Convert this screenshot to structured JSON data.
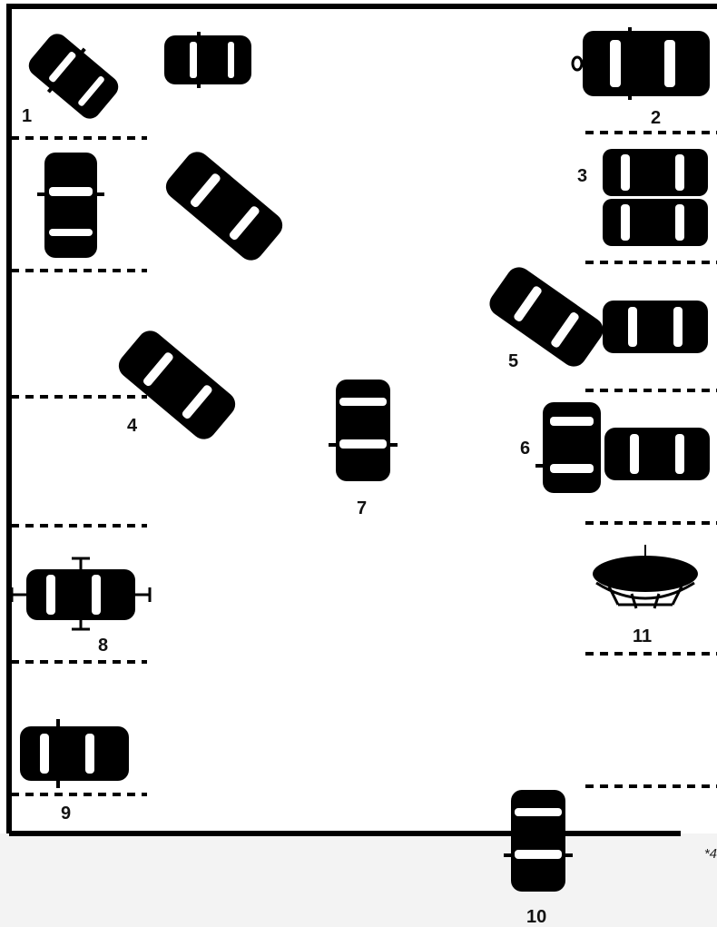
{
  "diagram": {
    "vehicles": [
      {
        "id": "1",
        "label": "1",
        "kind": "car-angled"
      },
      {
        "id": "2",
        "label": "2",
        "kind": "car-with-hitch"
      },
      {
        "id": "3",
        "label": "3",
        "kind": "double-car"
      },
      {
        "id": "4",
        "label": "4",
        "kind": "car-angled"
      },
      {
        "id": "5",
        "label": "5",
        "kind": "car-angled"
      },
      {
        "id": "6",
        "label": "6",
        "kind": "car-perpendicular"
      },
      {
        "id": "7",
        "label": "7",
        "kind": "car-in-aisle"
      },
      {
        "id": "8",
        "label": "8",
        "kind": "car-with-mounted-bikes"
      },
      {
        "id": "9",
        "label": "9",
        "kind": "car"
      },
      {
        "id": "10",
        "label": "10",
        "kind": "car-at-entrance"
      },
      {
        "id": "11",
        "label": "11",
        "kind": "trampoline"
      }
    ],
    "unlabeled_vehicles": 6,
    "footnote": "*4",
    "colors": {
      "ink": "#000000",
      "background": "#f3f3f3",
      "lot": "#ffffff"
    }
  }
}
